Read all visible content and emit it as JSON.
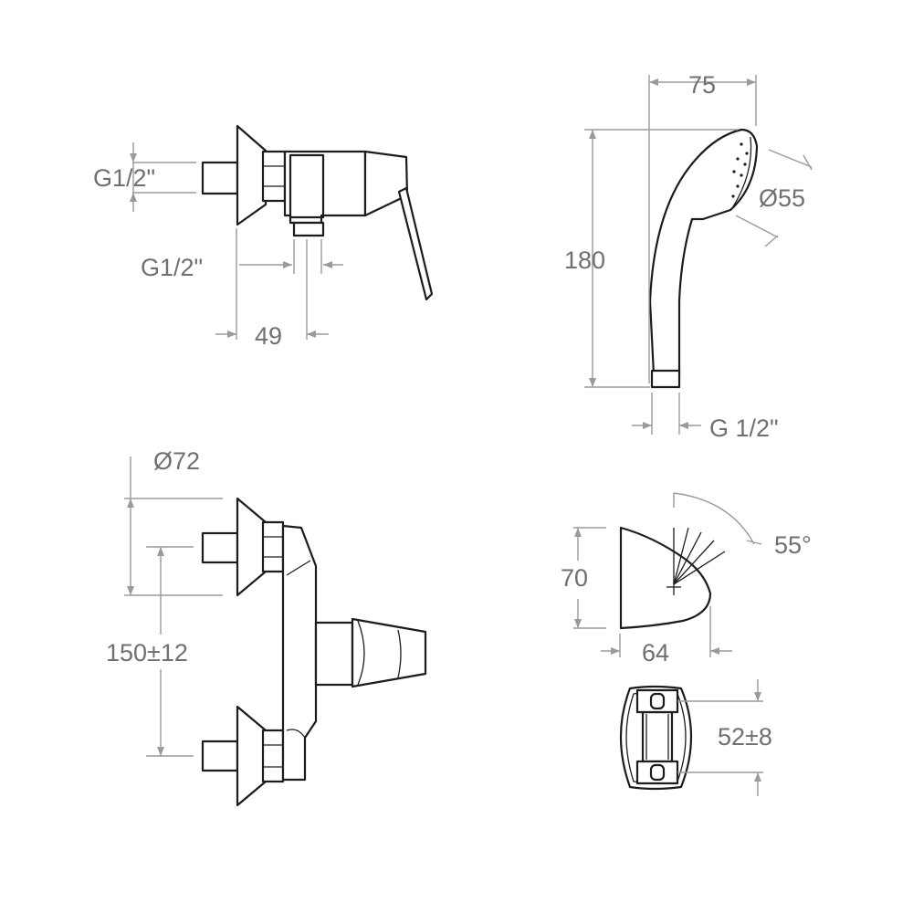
{
  "labels": {
    "top_mixer_thread_side": "G1/2\"",
    "top_mixer_thread_bottom": "G1/2\"",
    "top_mixer_depth": "49",
    "handshower_width": "75",
    "handshower_length": "180",
    "handshower_head_diameter": "Ø55",
    "handshower_thread": "G 1/2\"",
    "front_mixer_flange_diameter": "Ø72",
    "front_mixer_centers": "150±12",
    "holder_angle": "55°",
    "holder_height": "70",
    "holder_depth": "64",
    "holder_fixing_distance": "52±8"
  },
  "colors": {
    "line": "#1c1c1c",
    "dimension_line": "#9a9a9a",
    "label_text": "#707070",
    "background": "#ffffff"
  }
}
